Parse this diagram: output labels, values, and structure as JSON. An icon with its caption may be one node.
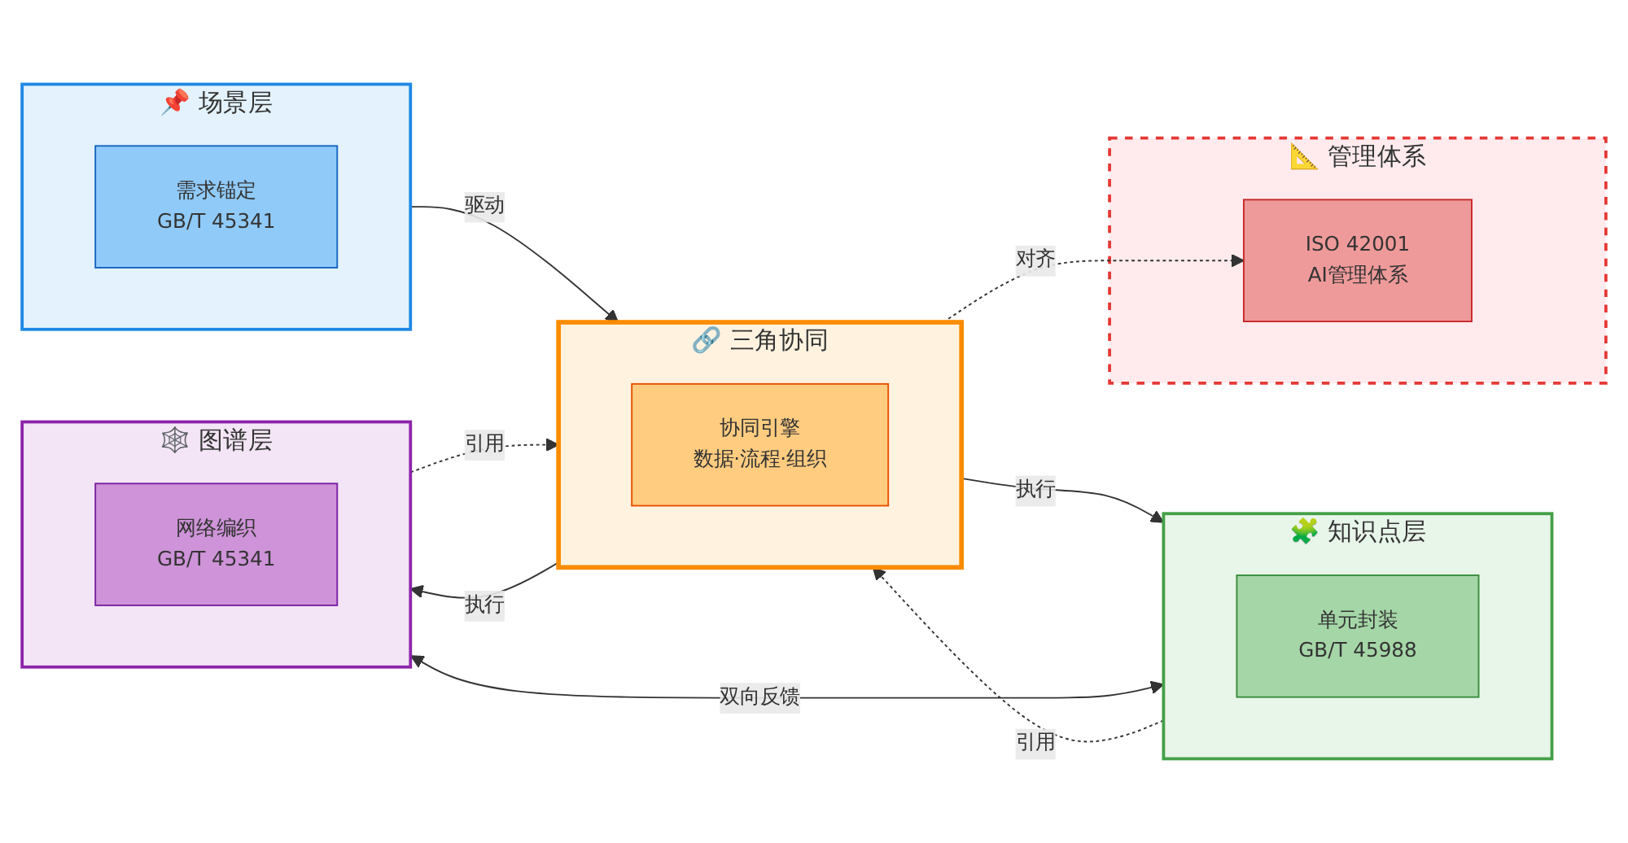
{
  "diagram": {
    "nodes": [
      {
        "text": [
          "📌 场景层"
        ]
      },
      {
        "text": [
          "需求锚定",
          "GB/T 45341"
        ],
        "in": 0
      },
      {
        "text": [
          "🕸️ 图谱层"
        ]
      },
      {
        "text": [
          "网络编织",
          "GB/T 45341"
        ],
        "in": 2
      },
      {
        "text": [
          "🔗 三角协同"
        ]
      },
      {
        "text": [
          "协同引擎",
          "数据·流程·组织"
        ],
        "in": 4
      },
      {
        "text": [
          "📐 管理体系"
        ]
      },
      {
        "text": [
          "ISO 42001",
          "AI管理体系"
        ],
        "in": 6
      },
      {
        "text": [
          "🧩 知识点层"
        ]
      },
      {
        "text": [
          "单元封装",
          "GB/T 45988"
        ],
        "in": 8
      }
    ],
    "edges": [
      {
        "from": 0,
        "to": 4,
        "arrow": "to",
        "label": "驱动"
      },
      {
        "from": 2,
        "to": 4,
        "arrow": "to",
        "label": "引用",
        "style": "dashed"
      },
      {
        "from": 4,
        "to": 2,
        "arrow": "to",
        "label": "执行"
      },
      {
        "from": 4,
        "to": 8,
        "arrow": "to",
        "label": "执行"
      },
      {
        "from": 8,
        "to": 4,
        "arrow": "to",
        "label": "引用",
        "style": "dashed"
      },
      {
        "from": 4,
        "to": 7,
        "arrow": "to",
        "label": "对齐",
        "style": "dashed"
      },
      {
        "from": 2,
        "to": 8,
        "arrow": "both",
        "label": "双向反馈"
      }
    ]
  }
}
